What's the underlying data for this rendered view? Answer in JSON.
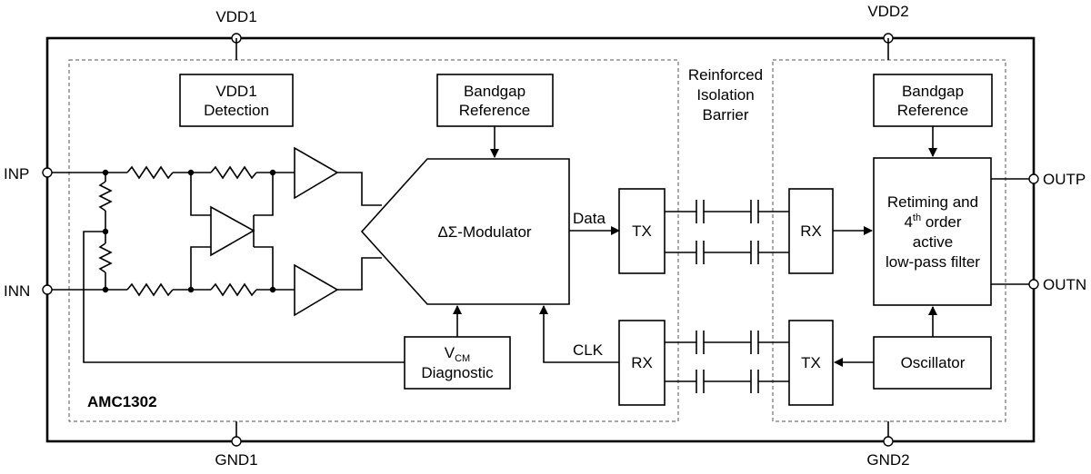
{
  "pins": {
    "vdd1": "VDD1",
    "vdd2": "VDD2",
    "gnd1": "GND1",
    "gnd2": "GND2",
    "inp": "INP",
    "inn": "INN",
    "outp": "OUTP",
    "outn": "OUTN"
  },
  "blocks": {
    "vdd1_detection": [
      "VDD1",
      "Detection"
    ],
    "bandgap_left": [
      "Bandgap",
      "Reference"
    ],
    "bandgap_right": [
      "Bandgap",
      "Reference"
    ],
    "modulator": "ΔΣ-Modulator",
    "vcm_diag": {
      "v": "V",
      "sub": "CM",
      "line2": "Diagnostic"
    },
    "tx_top": "TX",
    "rx_bottom": "RX",
    "rx_top": "RX",
    "tx_bottom": "TX",
    "filter": [
      "Retiming and",
      "4",
      "th",
      " order",
      "active",
      "low-pass filter"
    ],
    "oscillator": "Oscillator"
  },
  "signals": {
    "data": "Data",
    "clk": "CLK"
  },
  "barrier": [
    "Reinforced",
    "Isolation",
    "Barrier"
  ],
  "device": "AMC1302"
}
